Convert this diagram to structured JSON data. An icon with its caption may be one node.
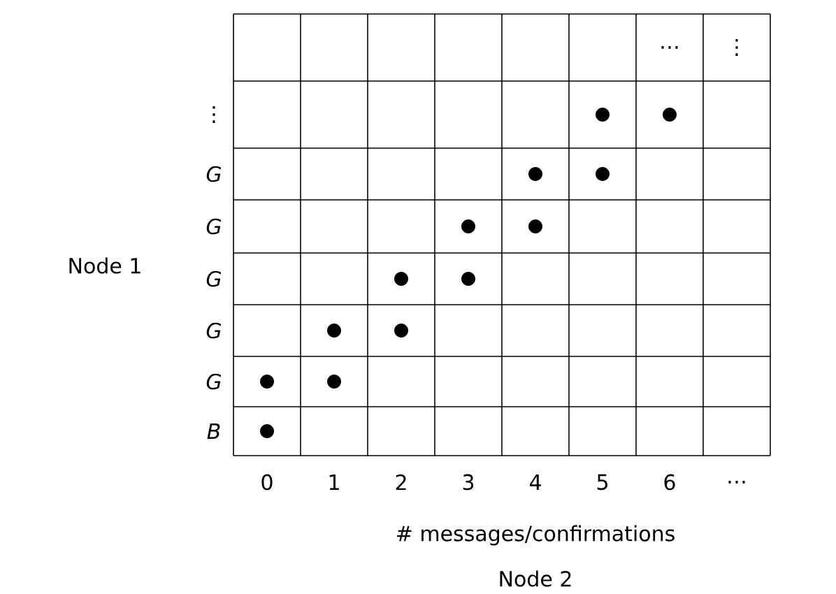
{
  "diagram": {
    "labels": [
      "…",
      "⋮",
      "⋮",
      "G",
      "G",
      "G",
      "G",
      "G",
      "B",
      "Node 1",
      "0",
      "1",
      "2",
      "3",
      "4",
      "5",
      "6",
      "…",
      "# messages/confirmations",
      "Node 2"
    ]
  }
}
